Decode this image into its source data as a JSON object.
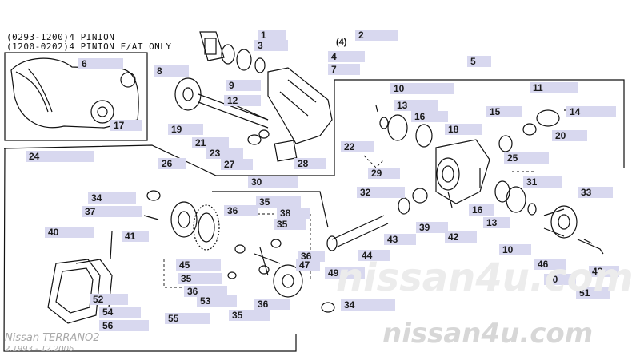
{
  "header": {
    "line1": "(0293-1200)4 PINION",
    "line2": "(1200-0202)4 PINION F/AT ONLY",
    "note": "(4)"
  },
  "callouts": {
    "c1": "1",
    "c2": "2",
    "c3": "3",
    "c4": "4",
    "c5": "5",
    "c6": "6",
    "c7": "7",
    "c8": "8",
    "c9": "9",
    "c10a": "10",
    "c10b": "10",
    "c11": "11",
    "c12": "12",
    "c13a": "13",
    "c13b": "13",
    "c14": "14",
    "c15": "15",
    "c16a": "16",
    "c16b": "16",
    "c17": "17",
    "c18": "18",
    "c19": "19",
    "c20": "20",
    "c21": "21",
    "c22": "22",
    "c23": "23",
    "c24": "24",
    "c25": "25",
    "c26": "26",
    "c27": "27",
    "c28": "28",
    "c29": "29",
    "c30": "30",
    "c31": "31",
    "c32": "32",
    "c33": "33",
    "c34a": "34",
    "c34b": "34",
    "c35a": "35",
    "c35b": "35",
    "c35c": "35",
    "c35d": "35",
    "c36a": "36",
    "c36b": "36",
    "c36c": "36",
    "c36d": "36",
    "c37": "37",
    "c38": "38",
    "c39": "39",
    "c40": "40",
    "c41": "41",
    "c42": "42",
    "c43": "43",
    "c44": "44",
    "c45": "45",
    "c46": "46",
    "c47": "47",
    "c48": "48",
    "c49": "49",
    "c50": "50",
    "c51": "51",
    "c52": "52",
    "c53": "53",
    "c54": "54",
    "c55": "55",
    "c56": "56"
  },
  "watermark": {
    "big": "nissan4u.com",
    "faint": "nissan4u.com"
  },
  "model": {
    "name": "Nissan TERRANO2",
    "years": "2.1993 - 12.2006"
  }
}
